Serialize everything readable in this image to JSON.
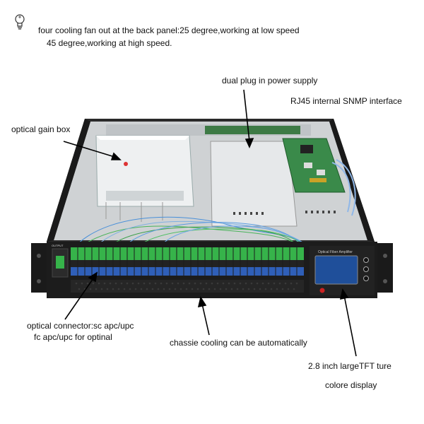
{
  "header": {
    "line1": "four cooling fan out at the back panel:25 degree,working at low speed",
    "line2": "45 degree,working at high speed."
  },
  "callouts": {
    "dual_plug": "dual plug in power supply",
    "rj45": "RJ45 internal SNMP interface",
    "optical_gain_box": "optical gain box",
    "connector_line1": "optical connector:sc apc/upc",
    "connector_line2": "fc apc/upc for optinal",
    "chassis_cooling": "chassie cooling can be automatically",
    "display_line1": "2.8 inch largeTFT ture",
    "display_line2": "colore display"
  },
  "device": {
    "panel_title": "Optical Fiber Amplifier",
    "output_label": "OUTPUT"
  },
  "icons": {
    "tip_icon": "lightbulb-icon"
  },
  "colors": {
    "chassis": "#1c1c1c",
    "green_connector": "#36b34a",
    "blue_connector": "#2f5fb8",
    "pcb_green": "#3a8a4a",
    "display": "#1f4f9a"
  }
}
